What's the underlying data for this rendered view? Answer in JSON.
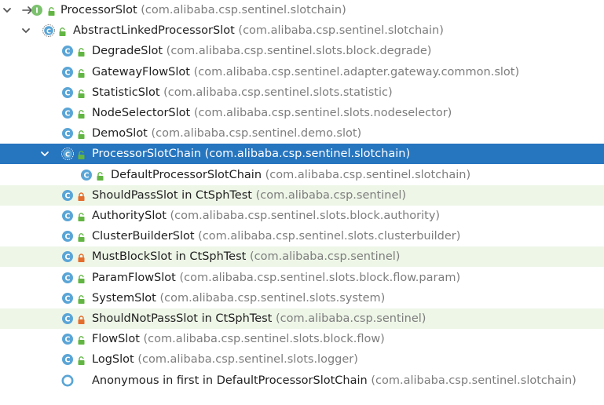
{
  "rows": [
    {
      "name": "ProcessorSlot",
      "pkg": "(com.alibaba.csp.sentinel.slotchain)",
      "depth": 0,
      "expanded": true,
      "icon": "interface-icon",
      "vis": "public",
      "style": "normal",
      "extra": "implements-arrow-icon"
    },
    {
      "name": "AbstractLinkedProcessorSlot",
      "pkg": "(com.alibaba.csp.sentinel.slotchain)",
      "depth": 1,
      "expanded": true,
      "icon": "abstract-class-icon",
      "vis": "public",
      "style": "normal"
    },
    {
      "name": "DegradeSlot",
      "pkg": "(com.alibaba.csp.sentinel.slots.block.degrade)",
      "depth": 2,
      "icon": "class-icon",
      "vis": "public",
      "style": "normal"
    },
    {
      "name": "GatewayFlowSlot",
      "pkg": "(com.alibaba.csp.sentinel.adapter.gateway.common.slot)",
      "depth": 2,
      "icon": "class-icon",
      "vis": "public",
      "style": "normal"
    },
    {
      "name": "StatisticSlot",
      "pkg": "(com.alibaba.csp.sentinel.slots.statistic)",
      "depth": 2,
      "icon": "class-icon",
      "vis": "public",
      "style": "normal"
    },
    {
      "name": "NodeSelectorSlot",
      "pkg": "(com.alibaba.csp.sentinel.slots.nodeselector)",
      "depth": 2,
      "icon": "class-icon",
      "vis": "public",
      "style": "normal"
    },
    {
      "name": "DemoSlot",
      "pkg": "(com.alibaba.csp.sentinel.demo.slot)",
      "depth": 2,
      "icon": "class-icon",
      "vis": "public",
      "style": "normal"
    },
    {
      "name": "ProcessorSlotChain",
      "pkg": "(com.alibaba.csp.sentinel.slotchain)",
      "depth": 2,
      "expanded": true,
      "icon": "abstract-class-icon",
      "vis": "public",
      "style": "selected"
    },
    {
      "name": "DefaultProcessorSlotChain",
      "pkg": "(com.alibaba.csp.sentinel.slotchain)",
      "depth": 3,
      "icon": "class-icon",
      "vis": "public",
      "style": "normal"
    },
    {
      "name": "ShouldPassSlot in CtSphTest",
      "pkg": "(com.alibaba.csp.sentinel)",
      "depth": 2,
      "icon": "class-icon",
      "vis": "private",
      "style": "alt"
    },
    {
      "name": "AuthoritySlot",
      "pkg": "(com.alibaba.csp.sentinel.slots.block.authority)",
      "depth": 2,
      "icon": "class-icon",
      "vis": "public",
      "style": "normal"
    },
    {
      "name": "ClusterBuilderSlot",
      "pkg": "(com.alibaba.csp.sentinel.slots.clusterbuilder)",
      "depth": 2,
      "icon": "class-icon",
      "vis": "public",
      "style": "normal"
    },
    {
      "name": "MustBlockSlot in CtSphTest",
      "pkg": "(com.alibaba.csp.sentinel)",
      "depth": 2,
      "icon": "class-icon",
      "vis": "private",
      "style": "alt"
    },
    {
      "name": "ParamFlowSlot",
      "pkg": "(com.alibaba.csp.sentinel.slots.block.flow.param)",
      "depth": 2,
      "icon": "class-icon",
      "vis": "public",
      "style": "normal"
    },
    {
      "name": "SystemSlot",
      "pkg": "(com.alibaba.csp.sentinel.slots.system)",
      "depth": 2,
      "icon": "class-icon",
      "vis": "public",
      "style": "normal"
    },
    {
      "name": "ShouldNotPassSlot in CtSphTest",
      "pkg": "(com.alibaba.csp.sentinel)",
      "depth": 2,
      "icon": "class-icon",
      "vis": "private",
      "style": "alt"
    },
    {
      "name": "FlowSlot",
      "pkg": "(com.alibaba.csp.sentinel.slots.block.flow)",
      "depth": 2,
      "icon": "class-icon",
      "vis": "public",
      "style": "normal"
    },
    {
      "name": "LogSlot",
      "pkg": "(com.alibaba.csp.sentinel.slots.logger)",
      "depth": 2,
      "icon": "class-icon",
      "vis": "public",
      "style": "normal"
    },
    {
      "name": "Anonymous in first in DefaultProcessorSlotChain",
      "pkg": "(com.alibaba.csp.sentinel.slotchain)",
      "depth": 2,
      "icon": "anonymous-class-icon",
      "vis": "none",
      "style": "normal"
    }
  ],
  "colors": {
    "selection": "#2675bf",
    "altRow": "#eef6e8",
    "classIcon": "#5aa5d6",
    "interfaceIcon": "#7cc26e",
    "publicLock": "#62b543",
    "privateLock": "#e46e2e",
    "packageText": "#7d7d7d"
  }
}
